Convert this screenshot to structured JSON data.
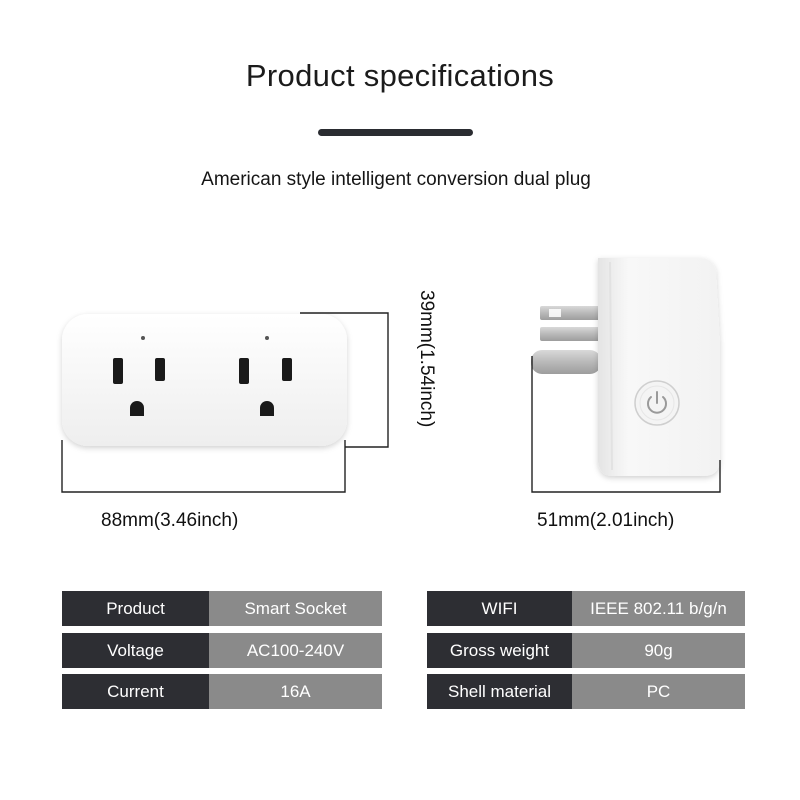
{
  "header": {
    "title": "Product specifications",
    "subtitle": "American style intelligent conversion dual plug"
  },
  "dimensions": {
    "width": "88mm(3.46inch)",
    "height": "39mm(1.54inch)",
    "depth": "51mm(2.01inch)"
  },
  "specs": {
    "left": [
      {
        "label": "Product",
        "value": "Smart Socket"
      },
      {
        "label": "Voltage",
        "value": "AC100-240V"
      },
      {
        "label": "Current",
        "value": "16A"
      }
    ],
    "right": [
      {
        "label": "WIFI",
        "value": "IEEE 802.11 b/g/n"
      },
      {
        "label": "Gross weight",
        "value": "90g"
      },
      {
        "label": "Shell material",
        "value": "PC"
      }
    ]
  },
  "colors": {
    "label_bg": "#2d2e33",
    "value_bg": "#8a8a8a",
    "product_body": "#f7f7f7"
  },
  "icons": {
    "power_button": "power-icon"
  }
}
